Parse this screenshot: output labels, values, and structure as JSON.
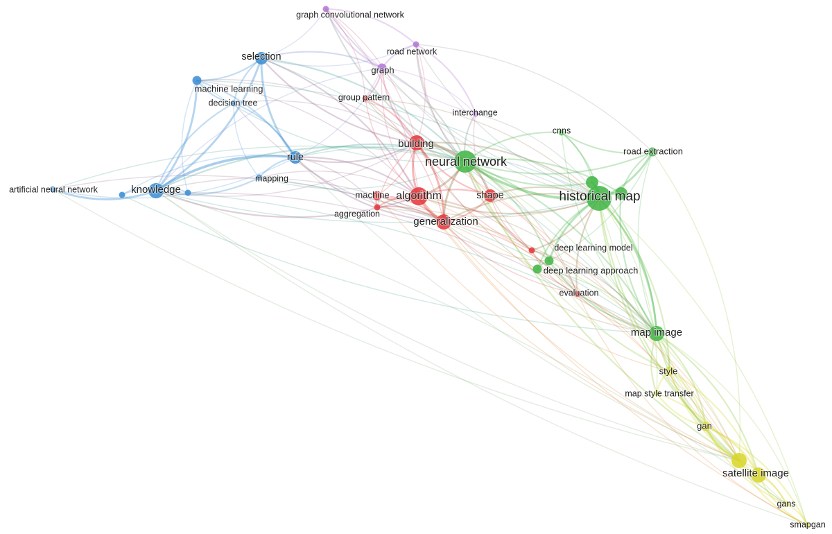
{
  "clusters": {
    "blue": "#3d8ed4",
    "red": "#e5393c",
    "green": "#45b649",
    "purple": "#b57ad6",
    "yellow": "#d8d62c"
  },
  "nodes": [
    {
      "id": "graph-convolutional-network",
      "label": "graph convolutional network",
      "cluster": "purple",
      "weight": 1
    },
    {
      "id": "road-network",
      "label": "road network",
      "cluster": "purple",
      "weight": 1
    },
    {
      "id": "graph",
      "label": "graph",
      "cluster": "purple",
      "weight": 2
    },
    {
      "id": "interchange",
      "label": "interchange",
      "cluster": "purple",
      "weight": 1
    },
    {
      "id": "group-pattern",
      "label": "group pattern",
      "cluster": "red",
      "weight": 1
    },
    {
      "id": "selection",
      "label": "selection",
      "cluster": "blue",
      "weight": 3
    },
    {
      "id": "machine-learning",
      "label": "machine learning",
      "cluster": "blue",
      "weight": 2
    },
    {
      "id": "decision-tree",
      "label": "decision tree",
      "cluster": "blue",
      "weight": 1
    },
    {
      "id": "rule",
      "label": "rule",
      "cluster": "blue",
      "weight": 3
    },
    {
      "id": "mapping",
      "label": "mapping",
      "cluster": "blue",
      "weight": 1
    },
    {
      "id": "knowledge",
      "label": "knowledge",
      "cluster": "blue",
      "weight": 4
    },
    {
      "id": "artificial-neural-network",
      "label": "artificial neural network",
      "cluster": "blue",
      "weight": 1
    },
    {
      "id": "knowledge-satellite-a",
      "label": "",
      "cluster": "blue",
      "weight": 1
    },
    {
      "id": "knowledge-satellite-b",
      "label": "",
      "cluster": "blue",
      "weight": 1
    },
    {
      "id": "building",
      "label": "building",
      "cluster": "red",
      "weight": 4
    },
    {
      "id": "neural-network",
      "label": "neural network",
      "cluster": "green",
      "weight": 6
    },
    {
      "id": "algorithm",
      "label": "algorithm",
      "cluster": "red",
      "weight": 5
    },
    {
      "id": "machine",
      "label": "machine",
      "cluster": "red",
      "weight": 2
    },
    {
      "id": "aggregation",
      "label": "aggregation",
      "cluster": "red",
      "weight": 1
    },
    {
      "id": "generalization",
      "label": "generalization",
      "cluster": "red",
      "weight": 4
    },
    {
      "id": "shape",
      "label": "shape",
      "cluster": "red",
      "weight": 3
    },
    {
      "id": "cnns",
      "label": "cnns",
      "cluster": "green",
      "weight": 1
    },
    {
      "id": "road-extraction",
      "label": "road extraction",
      "cluster": "green",
      "weight": 2
    },
    {
      "id": "historical-map",
      "label": "historical map",
      "cluster": "green",
      "weight": 7
    },
    {
      "id": "historical-map-satellite-a",
      "label": "",
      "cluster": "green",
      "weight": 3
    },
    {
      "id": "historical-map-satellite-b",
      "label": "",
      "cluster": "green",
      "weight": 3
    },
    {
      "id": "deep-learning-model",
      "label": "deep learning model",
      "cluster": "red",
      "weight": 1
    },
    {
      "id": "deep-learning-approach",
      "label": "deep learning approach",
      "cluster": "green",
      "weight": 2
    },
    {
      "id": "deep-learning-satellite",
      "label": "",
      "cluster": "green",
      "weight": 2
    },
    {
      "id": "evaluation",
      "label": "evaluation",
      "cluster": "red",
      "weight": 1
    },
    {
      "id": "map-image",
      "label": "map image",
      "cluster": "green",
      "weight": 4
    },
    {
      "id": "style",
      "label": "style",
      "cluster": "yellow",
      "weight": 2
    },
    {
      "id": "map-style-transfer",
      "label": "map style transfer",
      "cluster": "yellow",
      "weight": 1
    },
    {
      "id": "gan",
      "label": "gan",
      "cluster": "yellow",
      "weight": 2
    },
    {
      "id": "satellite-image",
      "label": "satellite image",
      "cluster": "yellow",
      "weight": 4
    },
    {
      "id": "satellite-image-satellite",
      "label": "",
      "cluster": "yellow",
      "weight": 4
    },
    {
      "id": "gans",
      "label": "gans",
      "cluster": "yellow",
      "weight": 1
    },
    {
      "id": "smapgan",
      "label": "smapgan",
      "cluster": "yellow",
      "weight": 1
    }
  ],
  "edges": [
    [
      "knowledge",
      "selection",
      3
    ],
    [
      "knowledge",
      "rule",
      4
    ],
    [
      "knowledge",
      "machine-learning",
      3
    ],
    [
      "knowledge",
      "decision-tree",
      2
    ],
    [
      "knowledge",
      "mapping",
      2
    ],
    [
      "knowledge",
      "artificial-neural-network",
      3
    ],
    [
      "knowledge",
      "knowledge-satellite-a",
      2
    ],
    [
      "knowledge",
      "knowledge-satellite-b",
      2
    ],
    [
      "knowledge",
      "algorithm",
      2
    ],
    [
      "knowledge",
      "neural-network",
      2
    ],
    [
      "knowledge",
      "building",
      1
    ],
    [
      "knowledge",
      "generalization",
      1
    ],
    [
      "knowledge",
      "historical-map",
      1
    ],
    [
      "knowledge",
      "map-image",
      1
    ],
    [
      "knowledge",
      "satellite-image",
      1
    ],
    [
      "knowledge",
      "graph",
      1
    ],
    [
      "selection",
      "rule",
      3
    ],
    [
      "selection",
      "machine-learning",
      2
    ],
    [
      "selection",
      "decision-tree",
      2
    ],
    [
      "selection",
      "graph",
      2
    ],
    [
      "selection",
      "building",
      2
    ],
    [
      "selection",
      "neural-network",
      2
    ],
    [
      "selection",
      "road-network",
      1
    ],
    [
      "selection",
      "algorithm",
      2
    ],
    [
      "selection",
      "graph-convolutional-network",
      1
    ],
    [
      "machine-learning",
      "rule",
      2
    ],
    [
      "machine-learning",
      "decision-tree",
      2
    ],
    [
      "machine-learning",
      "algorithm",
      1
    ],
    [
      "machine-learning",
      "neural-network",
      1
    ],
    [
      "machine-learning",
      "building",
      1
    ],
    [
      "machine-learning",
      "knowledge-satellite-b",
      1
    ],
    [
      "decision-tree",
      "rule",
      2
    ],
    [
      "decision-tree",
      "mapping",
      1
    ],
    [
      "decision-tree",
      "building",
      1
    ],
    [
      "rule",
      "mapping",
      2
    ],
    [
      "rule",
      "algorithm",
      2
    ],
    [
      "rule",
      "building",
      2
    ],
    [
      "rule",
      "neural-network",
      2
    ],
    [
      "rule",
      "generalization",
      2
    ],
    [
      "rule",
      "historical-map",
      1
    ],
    [
      "rule",
      "graph",
      1
    ],
    [
      "rule",
      "aggregation",
      1
    ],
    [
      "rule",
      "knowledge-satellite-a",
      1
    ],
    [
      "mapping",
      "algorithm",
      1
    ],
    [
      "mapping",
      "neural-network",
      1
    ],
    [
      "artificial-neural-network",
      "neural-network",
      1
    ],
    [
      "artificial-neural-network",
      "rule",
      1
    ],
    [
      "artificial-neural-network",
      "generalization",
      1
    ],
    [
      "graph-convolutional-network",
      "graph",
      2
    ],
    [
      "graph-convolutional-network",
      "road-network",
      2
    ],
    [
      "graph-convolutional-network",
      "neural-network",
      2
    ],
    [
      "graph-convolutional-network",
      "building",
      1
    ],
    [
      "graph-convolutional-network",
      "interchange",
      1
    ],
    [
      "graph-convolutional-network",
      "group-pattern",
      1
    ],
    [
      "graph-convolutional-network",
      "historical-map",
      1
    ],
    [
      "graph-convolutional-network",
      "algorithm",
      1
    ],
    [
      "road-network",
      "graph",
      2
    ],
    [
      "road-network",
      "interchange",
      2
    ],
    [
      "road-network",
      "neural-network",
      2
    ],
    [
      "road-network",
      "building",
      1
    ],
    [
      "road-network",
      "historical-map",
      1
    ],
    [
      "road-network",
      "road-extraction",
      1
    ],
    [
      "road-network",
      "shape",
      1
    ],
    [
      "graph",
      "group-pattern",
      2
    ],
    [
      "graph",
      "building",
      2
    ],
    [
      "graph",
      "neural-network",
      2
    ],
    [
      "graph",
      "algorithm",
      1
    ],
    [
      "graph",
      "interchange",
      1
    ],
    [
      "interchange",
      "neural-network",
      2
    ],
    [
      "interchange",
      "historical-map",
      1
    ],
    [
      "interchange",
      "shape",
      1
    ],
    [
      "group-pattern",
      "building",
      2
    ],
    [
      "group-pattern",
      "algorithm",
      1
    ],
    [
      "group-pattern",
      "generalization",
      1
    ],
    [
      "group-pattern",
      "neural-network",
      1
    ],
    [
      "building",
      "neural-network",
      4
    ],
    [
      "building",
      "algorithm",
      3
    ],
    [
      "building",
      "generalization",
      3
    ],
    [
      "building",
      "shape",
      2
    ],
    [
      "building",
      "machine",
      1
    ],
    [
      "building",
      "aggregation",
      1
    ],
    [
      "building",
      "historical-map",
      2
    ],
    [
      "building",
      "deep-learning-model",
      1
    ],
    [
      "neural-network",
      "algorithm",
      3
    ],
    [
      "neural-network",
      "historical-map",
      4
    ],
    [
      "neural-network",
      "shape",
      3
    ],
    [
      "neural-network",
      "generalization",
      3
    ],
    [
      "neural-network",
      "cnns",
      2
    ],
    [
      "neural-network",
      "road-extraction",
      2
    ],
    [
      "neural-network",
      "deep-learning-approach",
      2
    ],
    [
      "neural-network",
      "deep-learning-model",
      2
    ],
    [
      "neural-network",
      "map-image",
      2
    ],
    [
      "neural-network",
      "satellite-image",
      2
    ],
    [
      "neural-network",
      "gan",
      1
    ],
    [
      "neural-network",
      "style",
      1
    ],
    [
      "neural-network",
      "evaluation",
      1
    ],
    [
      "neural-network",
      "historical-map-satellite-a",
      2
    ],
    [
      "neural-network",
      "historical-map-satellite-b",
      2
    ],
    [
      "algorithm",
      "generalization",
      3
    ],
    [
      "algorithm",
      "machine",
      2
    ],
    [
      "algorithm",
      "aggregation",
      2
    ],
    [
      "algorithm",
      "shape",
      2
    ],
    [
      "algorithm",
      "historical-map",
      2
    ],
    [
      "algorithm",
      "deep-learning-model",
      1
    ],
    [
      "algorithm",
      "evaluation",
      1
    ],
    [
      "algorithm",
      "map-image",
      1
    ],
    [
      "algorithm",
      "satellite-image",
      1
    ],
    [
      "algorithm",
      "gan",
      1
    ],
    [
      "machine",
      "aggregation",
      2
    ],
    [
      "machine",
      "generalization",
      2
    ],
    [
      "machine",
      "historical-map",
      1
    ],
    [
      "aggregation",
      "generalization",
      2
    ],
    [
      "generalization",
      "shape",
      2
    ],
    [
      "generalization",
      "historical-map",
      2
    ],
    [
      "generalization",
      "deep-learning-approach",
      1
    ],
    [
      "generalization",
      "evaluation",
      1
    ],
    [
      "generalization",
      "map-image",
      1
    ],
    [
      "generalization",
      "satellite-image",
      1
    ],
    [
      "generalization",
      "style",
      1
    ],
    [
      "shape",
      "historical-map",
      2
    ],
    [
      "shape",
      "deep-learning-model",
      1
    ],
    [
      "shape",
      "evaluation",
      1
    ],
    [
      "shape",
      "map-image",
      1
    ],
    [
      "cnns",
      "historical-map",
      2
    ],
    [
      "cnns",
      "road-extraction",
      2
    ],
    [
      "cnns",
      "historical-map-satellite-a",
      1
    ],
    [
      "cnns",
      "map-image",
      1
    ],
    [
      "road-extraction",
      "historical-map",
      3
    ],
    [
      "road-extraction",
      "historical-map-satellite-b",
      2
    ],
    [
      "road-extraction",
      "deep-learning-approach",
      1
    ],
    [
      "road-extraction",
      "map-image",
      1
    ],
    [
      "road-extraction",
      "satellite-image",
      1
    ],
    [
      "historical-map",
      "historical-map-satellite-a",
      4
    ],
    [
      "historical-map",
      "historical-map-satellite-b",
      4
    ],
    [
      "historical-map",
      "deep-learning-approach",
      3
    ],
    [
      "historical-map",
      "deep-learning-model",
      2
    ],
    [
      "historical-map",
      "evaluation",
      2
    ],
    [
      "historical-map",
      "map-image",
      3
    ],
    [
      "historical-map",
      "satellite-image",
      2
    ],
    [
      "historical-map",
      "style",
      2
    ],
    [
      "historical-map",
      "gan",
      2
    ],
    [
      "historical-map",
      "map-style-transfer",
      1
    ],
    [
      "historical-map",
      "gans",
      1
    ],
    [
      "historical-map",
      "smapgan",
      1
    ],
    [
      "historical-map",
      "deep-learning-satellite",
      2
    ],
    [
      "historical-map-satellite-a",
      "map-image",
      2
    ],
    [
      "historical-map-satellite-b",
      "map-image",
      2
    ],
    [
      "deep-learning-model",
      "deep-learning-approach",
      2
    ],
    [
      "deep-learning-model",
      "evaluation",
      1
    ],
    [
      "deep-learning-model",
      "map-image",
      1
    ],
    [
      "deep-learning-approach",
      "deep-learning-satellite",
      2
    ],
    [
      "deep-learning-approach",
      "evaluation",
      1
    ],
    [
      "deep-learning-approach",
      "map-image",
      2
    ],
    [
      "deep-learning-approach",
      "satellite-image",
      1
    ],
    [
      "deep-learning-approach",
      "style",
      1
    ],
    [
      "deep-learning-satellite",
      "map-image",
      1
    ],
    [
      "evaluation",
      "map-image",
      1
    ],
    [
      "evaluation",
      "satellite-image",
      1
    ],
    [
      "evaluation",
      "smapgan",
      1
    ],
    [
      "map-image",
      "style",
      2
    ],
    [
      "map-image",
      "map-style-transfer",
      2
    ],
    [
      "map-image",
      "gan",
      2
    ],
    [
      "map-image",
      "satellite-image",
      2
    ],
    [
      "map-image",
      "satellite-image-satellite",
      2
    ],
    [
      "map-image",
      "gans",
      1
    ],
    [
      "map-image",
      "smapgan",
      1
    ],
    [
      "style",
      "map-style-transfer",
      2
    ],
    [
      "style",
      "gan",
      2
    ],
    [
      "style",
      "satellite-image",
      2
    ],
    [
      "style",
      "satellite-image-satellite",
      2
    ],
    [
      "map-style-transfer",
      "gan",
      2
    ],
    [
      "map-style-transfer",
      "satellite-image",
      2
    ],
    [
      "gan",
      "satellite-image",
      3
    ],
    [
      "gan",
      "satellite-image-satellite",
      3
    ],
    [
      "gan",
      "gans",
      2
    ],
    [
      "gan",
      "smapgan",
      2
    ],
    [
      "satellite-image",
      "satellite-image-satellite",
      3
    ],
    [
      "satellite-image",
      "gans",
      2
    ],
    [
      "satellite-image",
      "smapgan",
      2
    ],
    [
      "satellite-image-satellite",
      "gans",
      2
    ],
    [
      "satellite-image-satellite",
      "smapgan",
      2
    ],
    [
      "gans",
      "smapgan",
      2
    ],
    [
      "knowledge",
      "smapgan",
      1
    ],
    [
      "knowledge",
      "gans",
      1
    ],
    [
      "rule",
      "satellite-image",
      1
    ],
    [
      "selection",
      "map-image",
      1
    ],
    [
      "artificial-neural-network",
      "satellite-image",
      1
    ],
    [
      "mapping",
      "map-image",
      1
    ],
    [
      "decision-tree",
      "generalization",
      1
    ],
    [
      "machine-learning",
      "historical-map",
      1
    ],
    [
      "knowledge-satellite-a",
      "map-image",
      1
    ],
    [
      "knowledge-satellite-b",
      "evaluation",
      1
    ],
    [
      "graph",
      "historical-map",
      1
    ],
    [
      "group-pattern",
      "historical-map",
      1
    ],
    [
      "building",
      "map-image",
      1
    ],
    [
      "aggregation",
      "map-image",
      1
    ],
    [
      "machine",
      "satellite-image",
      1
    ],
    [
      "building",
      "satellite-image",
      1
    ],
    [
      "algorithm",
      "smapgan",
      1
    ]
  ]
}
